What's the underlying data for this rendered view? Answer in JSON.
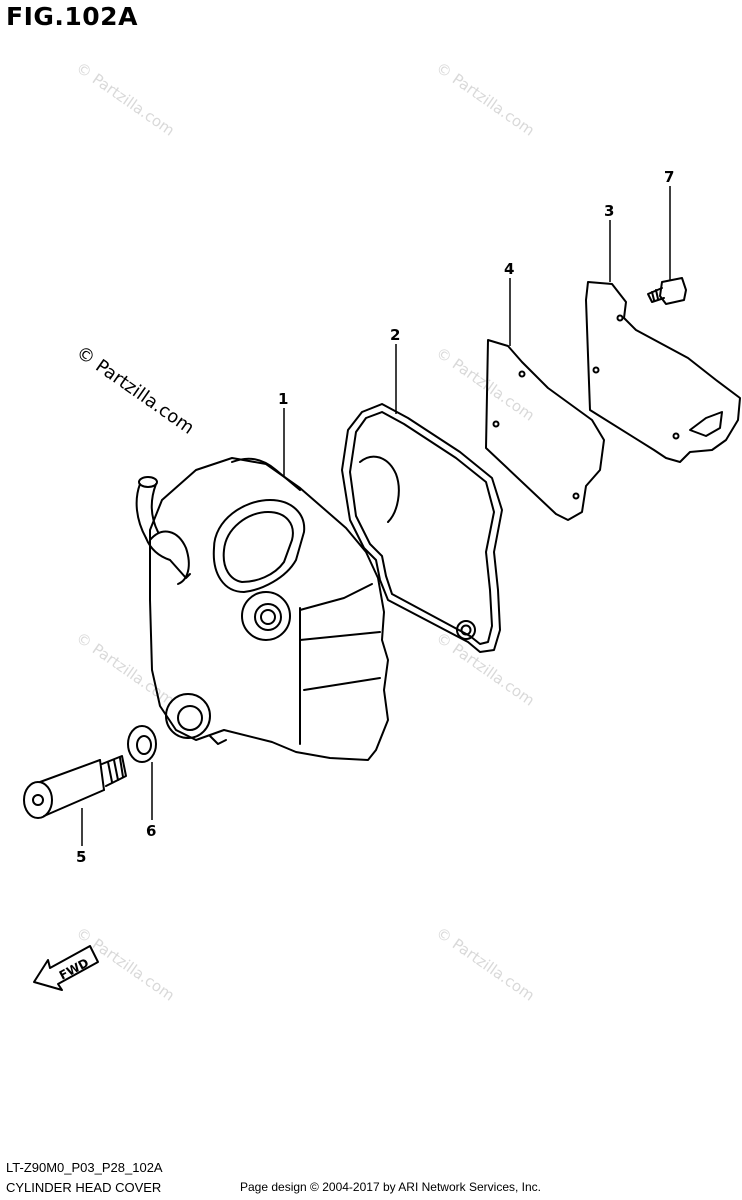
{
  "figure": {
    "title": "FIG.102A"
  },
  "callouts": [
    {
      "id": "1",
      "label": "1"
    },
    {
      "id": "2",
      "label": "2"
    },
    {
      "id": "3",
      "label": "3"
    },
    {
      "id": "4",
      "label": "4"
    },
    {
      "id": "5",
      "label": "5"
    },
    {
      "id": "6",
      "label": "6"
    },
    {
      "id": "7",
      "label": "7"
    }
  ],
  "fwd_label": "FWD",
  "watermark": {
    "text": "© Partzilla.com"
  },
  "footer": {
    "code": "LT-Z90M0_P03_P28_102A",
    "name": "CYLINDER HEAD COVER",
    "copyright": "Page design © 2004-2017 by ARI Network Services, Inc."
  }
}
